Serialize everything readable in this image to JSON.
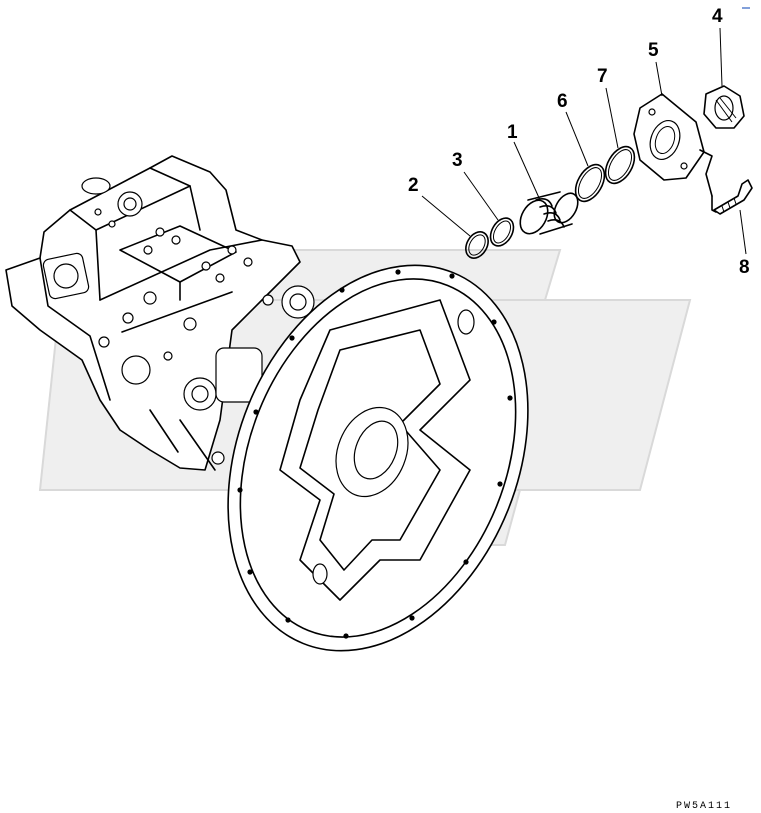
{
  "diagram": {
    "callouts": [
      "1",
      "2",
      "3",
      "4",
      "5",
      "6",
      "7",
      "8"
    ],
    "drawing_code": "PW5A111"
  }
}
